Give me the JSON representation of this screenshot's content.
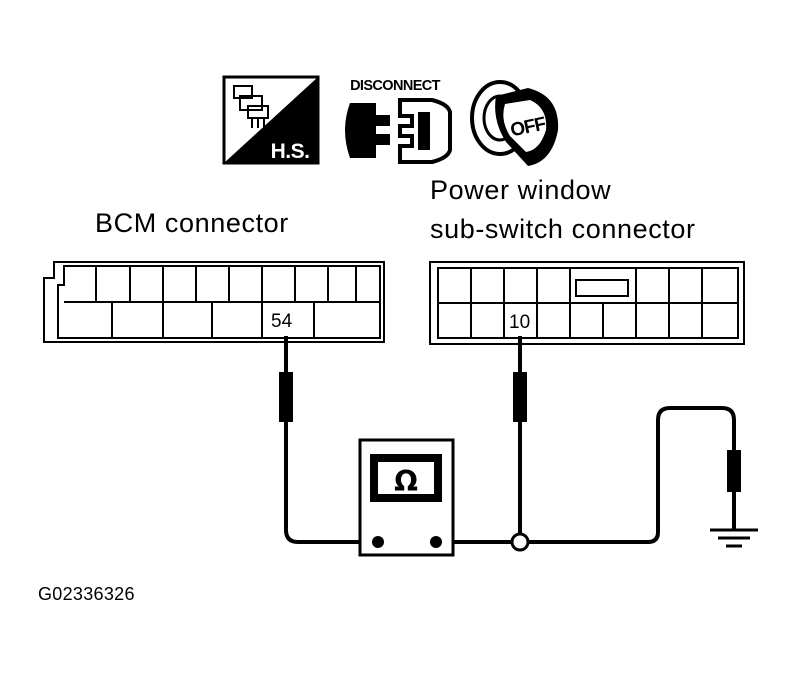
{
  "icons": {
    "harness_label": "H.S.",
    "disconnect_label": "DISCONNECT",
    "ignition_label": "OFF"
  },
  "bcm": {
    "label": "BCM connector",
    "pin": "54"
  },
  "pws": {
    "label_line1": "Power window",
    "label_line2": "sub-switch connector",
    "pin": "10"
  },
  "meter": {
    "symbol": "Ω"
  },
  "figure_id": "G02336326"
}
